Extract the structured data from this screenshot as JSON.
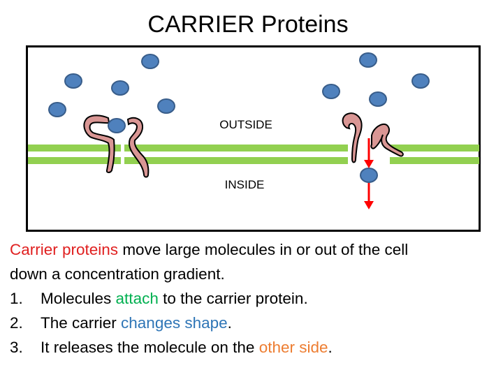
{
  "title": "CARRIER Proteins",
  "diagram": {
    "outside_label": "OUTSIDE",
    "inside_label": "INSIDE",
    "colors": {
      "membrane": "#92d050",
      "protein_fill": "#d99694",
      "protein_stroke": "#000000",
      "molecule_fill": "#4f81bd",
      "molecule_stroke": "#385d8a",
      "arrow": "#ff0000"
    }
  },
  "caption": {
    "intro_highlight": "Carrier proteins",
    "intro_rest": " move large molecules in or out of the cell",
    "intro_line2": "down a concentration gradient.",
    "steps": [
      {
        "number": "1.",
        "before": "Molecules ",
        "highlight": "attach",
        "after": " to the carrier protein.",
        "highlight_color": "#00b050"
      },
      {
        "number": "2.",
        "before": "The carrier ",
        "highlight": "changes shape",
        "after": ".",
        "highlight_color": "#2e75b6"
      },
      {
        "number": "3.",
        "before": "It releases the molecule on the ",
        "highlight": "other side",
        "after": ".",
        "highlight_color": "#ed7d31"
      }
    ],
    "intro_highlight_color": "#e02020"
  }
}
